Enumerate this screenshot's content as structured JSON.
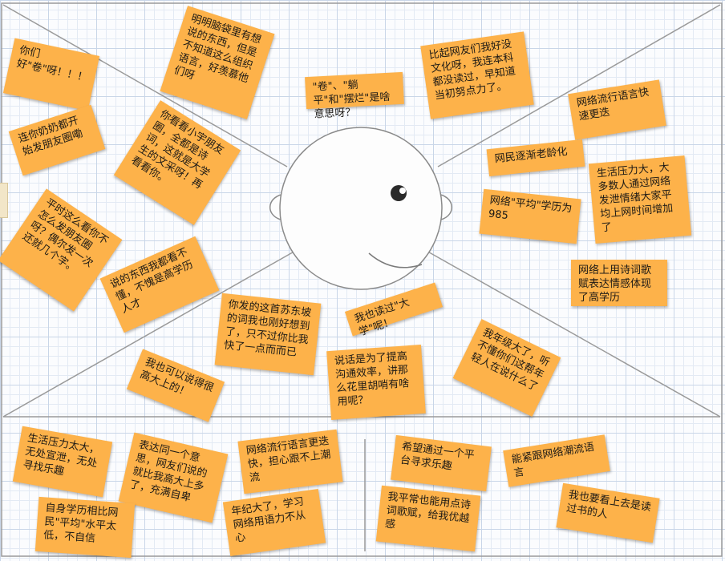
{
  "colors": {
    "note": "#fdb24a",
    "grid_line": "#c9d6e8",
    "outline": "#9a9a9a",
    "background": "#fbfcfe"
  },
  "notes": [
    {
      "id": "n1",
      "text": "你们好\"卷\"呀！！！"
    },
    {
      "id": "n2",
      "text": "明明脑袋里有想说的东西，但是不知道这么组织语言，好羡慕他们呀"
    },
    {
      "id": "n3",
      "text": "\"卷\"、\"躺平\"和\"摆烂\"是啥意思呀？"
    },
    {
      "id": "n4",
      "text": "比起网友们我好没文化呀，我连本科都没读过，早知道当初努点力了。"
    },
    {
      "id": "n5",
      "text": "网络流行语言快速更迭"
    },
    {
      "id": "n6",
      "text": "连你奶奶都开始发朋友圈嘞"
    },
    {
      "id": "n7",
      "text": "你看看小宇朋友圈，全都是诗词，这就是大学生的文采呀！再看看你。"
    },
    {
      "id": "n8",
      "text": "网民逐渐老龄化"
    },
    {
      "id": "n9",
      "text": "生活压力大，大多数人通过网络发泄情绪大家平均上网时间增加了"
    },
    {
      "id": "n10",
      "text": "网络\"平均\"学历为985"
    },
    {
      "id": "n11",
      "text": "平时这么看你不怎么发朋友圈呀？偶尔发一次还就几个字。"
    },
    {
      "id": "n12",
      "text": "说的东西我都看不懂，不愧是高学历人才"
    },
    {
      "id": "n13",
      "text": "网络上用诗词歌赋表达情感体现了高学历"
    },
    {
      "id": "n14",
      "text": "你发的这首苏东坡的词我也刚好想到了，只不过你比我快了一点而而已"
    },
    {
      "id": "n15",
      "text": "我也读过\"大学\"呢！"
    },
    {
      "id": "n16",
      "text": "我年级大了，听不懂你们这帮年轻人在说什么了"
    },
    {
      "id": "n17",
      "text": "我也可以说得很高大上的！"
    },
    {
      "id": "n18",
      "text": "说话是为了提高沟通效率，讲那么花里胡哨有啥用呢？"
    },
    {
      "id": "n19",
      "text": "生活压力太大，无处宣泄，无处寻找乐趣"
    },
    {
      "id": "n20",
      "text": "表达同一个意思，网友们说的就比我高大上多了，充满自卑"
    },
    {
      "id": "n21",
      "text": "网络流行语言更迭快，担心跟不上潮流"
    },
    {
      "id": "n22",
      "text": "希望通过一个平台寻求乐趣"
    },
    {
      "id": "n23",
      "text": "能紧跟网络潮流语言"
    },
    {
      "id": "n24",
      "text": "自身学历相比网民\"平均\"水平太低，不自信"
    },
    {
      "id": "n25",
      "text": "年纪大了，学习网络用语力不从心"
    },
    {
      "id": "n26",
      "text": "我平常也能用点诗词歌赋，给我优越感"
    },
    {
      "id": "n27",
      "text": "我也要看上去是读过书的人"
    }
  ]
}
